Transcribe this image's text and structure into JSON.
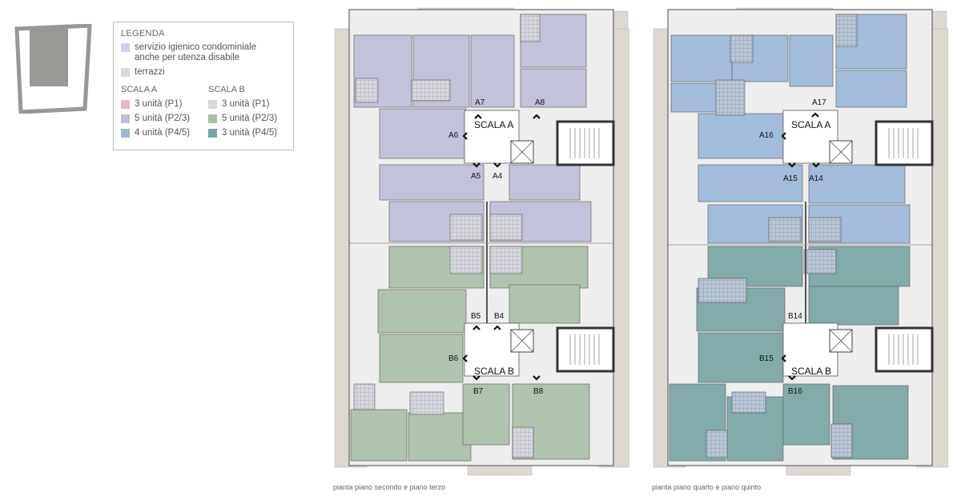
{
  "legend": {
    "title": "LEGENDA",
    "service": "servizio igienico condominiale",
    "service_line2": "anche per utenza disabile",
    "terraces": "terrazzi",
    "scala_a": {
      "title": "SCALA A",
      "items": [
        {
          "label": "3 unità (P1)",
          "color": "#e7b9c8"
        },
        {
          "label": "5 unità (P2/3)",
          "color": "#bdbdd8"
        },
        {
          "label": "4 unità (P4/5)",
          "color": "#9cb8d8"
        }
      ]
    },
    "scala_b": {
      "title": "SCALA B",
      "items": [
        {
          "label": "3 unità (P1)",
          "color": "#d6ddd0"
        },
        {
          "label": "5 unità (P2/3)",
          "color": "#a9bea6"
        },
        {
          "label": "3 unità (P4/5)",
          "color": "#79a5a4"
        }
      ]
    },
    "service_color": "#c9d2e6",
    "terrace_color": "#ddd9d0"
  },
  "plans": [
    {
      "caption": "pianta piano secondo e piano terzo",
      "color_a": "#c3c2db",
      "color_b": "#b0c3ae",
      "stair_a": "SCALA A",
      "stair_b": "SCALA B",
      "units": {
        "a7": "A7",
        "a8": "A8",
        "a6": "A6",
        "a5": "A5",
        "a4": "A4",
        "b5": "B5",
        "b4": "B4",
        "b6": "B6",
        "b7": "B7",
        "b8": "B8"
      }
    },
    {
      "caption": "pianta piano quarto e piano quinto",
      "color_a": "#a2bcda",
      "color_b": "#82abaa",
      "stair_a": "SCALA A",
      "stair_b": "SCALA B",
      "units": {
        "a17": "A17",
        "a16": "A16",
        "a15": "A15",
        "a14": "A14",
        "b14": "B14",
        "b15": "B15",
        "b16": "B16"
      }
    }
  ]
}
